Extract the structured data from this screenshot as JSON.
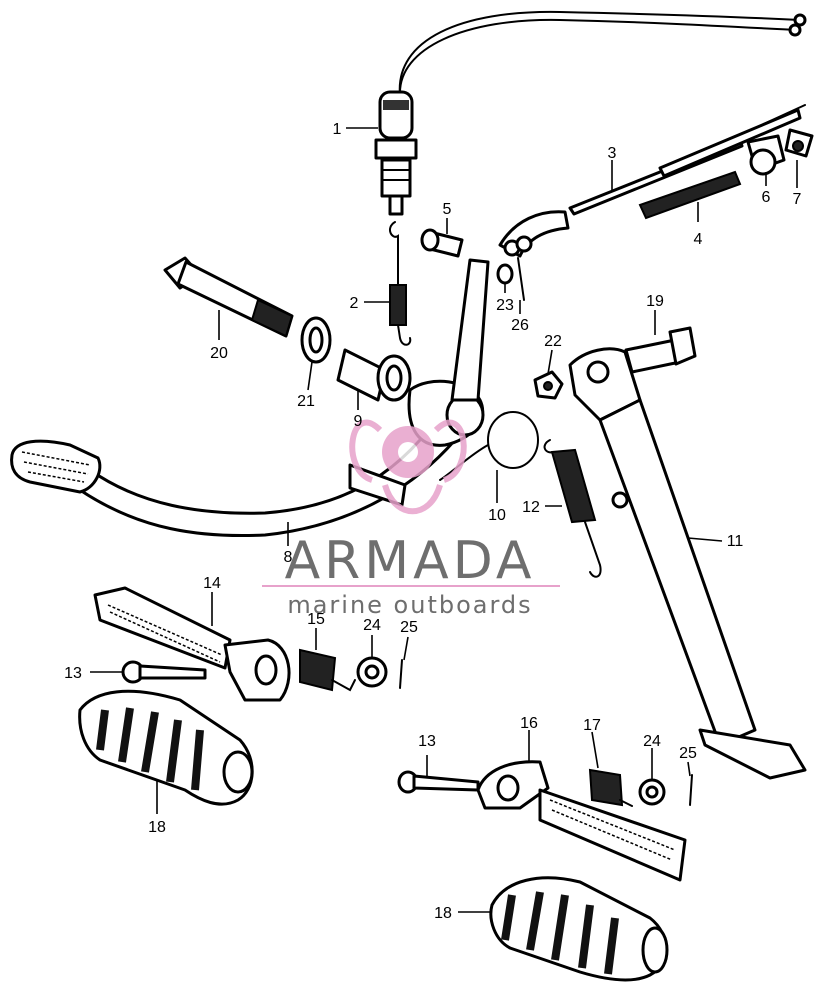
{
  "callouts": {
    "c1": "1",
    "c2": "2",
    "c3": "3",
    "c4": "4",
    "c5": "5",
    "c6": "6",
    "c7": "7",
    "c8": "8",
    "c9": "9",
    "c10": "10",
    "c11": "11",
    "c12": "12",
    "c13a": "13",
    "c13b": "13",
    "c14": "14",
    "c15": "15",
    "c16": "16",
    "c17": "17",
    "c18a": "18",
    "c18b": "18",
    "c19": "19",
    "c20": "20",
    "c21": "21",
    "c22": "22",
    "c23": "23",
    "c24a": "24",
    "c24b": "24",
    "c25a": "25",
    "c25b": "25",
    "c26": "26"
  },
  "watermark": {
    "brand": "ARMADA",
    "tagline": "marine outboards",
    "accent_color": "#e7a2cb",
    "text_color": "#6e6e6e"
  }
}
